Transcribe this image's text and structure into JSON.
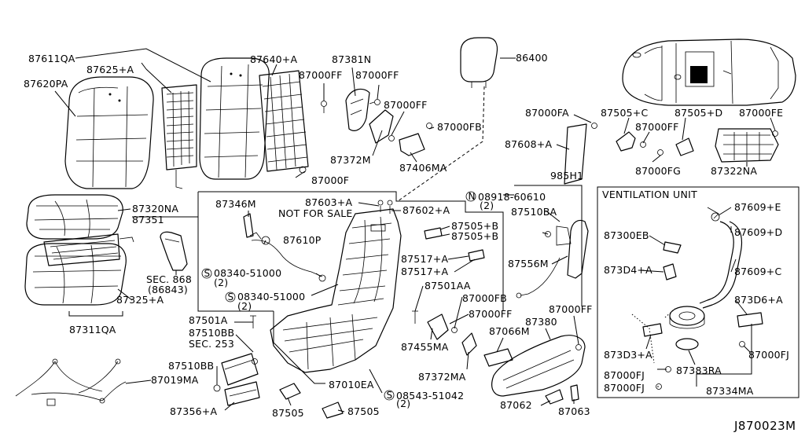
{
  "diagram_ref": "J870023M",
  "ventilation_unit_title": "VENTILATION UNIT",
  "not_for_sale": "NOT FOR SALE",
  "labels": {
    "p87611QA": "87611QA",
    "p87625A": "87625+A",
    "p87620PA": "87620PA",
    "p87640A": "87640+A",
    "p87381N": "87381N",
    "p87000FF_a": "87000FF",
    "p87000FF_b": "87000FF",
    "p87000FF_c": "87000FF",
    "p87000FB_a": "87000FB",
    "p87372M": "87372M",
    "p87406MA": "87406MA",
    "p87000F": "87000F",
    "p86400": "86400",
    "p87320NA": "87320NA",
    "p87351": "87351",
    "p87346M": "87346M",
    "p87603A": "87603+A",
    "p87602A": "87602+A",
    "p87610P": "87610P",
    "p08340_51000_a": "08340-51000",
    "p08340_51000_a_qty": "(2)",
    "p08340_51000_b": "08340-51000",
    "p08340_51000_b_qty": "(2)",
    "p87505B_a": "87505+B",
    "p87505B_b": "87505+B",
    "p87517A_a": "87517+A",
    "p87517A_b": "87517+A",
    "pSEC868": "SEC. 868",
    "pSEC868_ref": "(86843)",
    "p87325A": "87325+A",
    "p87311QA": "87311QA",
    "p87501AA": "87501AA",
    "p87000FB_b": "87000FB",
    "p87000FF_d": "87000FF",
    "p87455MA": "87455MA",
    "p87372MA": "87372MA",
    "p87501A": "87501A",
    "p87510BB_a": "87510BB",
    "pSEC253": "SEC. 253",
    "p87510BB_b": "87510BB",
    "p87019MA": "87019MA",
    "p87010EA": "87010EA",
    "p87356A": "87356+A",
    "p87505_a": "87505",
    "p87505_b": "87505",
    "p08543_51042": "08543-51042",
    "p08543_51042_qty": "(2)",
    "p87066M": "87066M",
    "p87380": "87380",
    "p87000FF_e": "87000FF",
    "p87062": "87062",
    "p87063": "87063",
    "p87000FA": "87000FA",
    "p87608A": "87608+A",
    "p985H1": "985H1",
    "p08918_60610": "08918-60610",
    "p08918_60610_qty": "(2)",
    "p87510BA": "87510BA",
    "p87556M": "87556M",
    "p87505C": "87505+C",
    "p87505D": "87505+D",
    "p87000FE": "87000FE",
    "p87000FF_f": "87000FF",
    "p87000FG": "87000FG",
    "p87322NA": "87322NA",
    "p87609E": "87609+E",
    "p87300EB": "87300EB",
    "p87609D": "87609+D",
    "p873D4A": "873D4+A",
    "p87609C": "87609+C",
    "p873D6A": "873D6+A",
    "p873D3A": "873D3+A",
    "p87000FJ_a": "87000FJ",
    "p87000FJ_b": "87000FJ",
    "p87000FJ_c": "87000FJ",
    "p87383RA": "87383RA",
    "p87334MA": "87334MA"
  },
  "icons": {
    "car": "car-top-view-icon",
    "n_washer": "N",
    "s_screw": "S"
  }
}
